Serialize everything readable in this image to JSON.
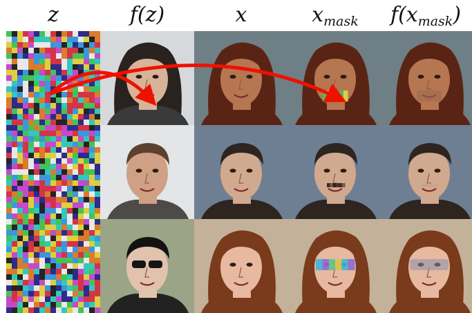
{
  "columns": [
    {
      "base": "z",
      "func": "",
      "sub": ""
    },
    {
      "base": "z",
      "func": "f",
      "sub": ""
    },
    {
      "base": "x",
      "func": "",
      "sub": ""
    },
    {
      "base": "x",
      "func": "",
      "sub": "mask"
    },
    {
      "base": "x",
      "func": "f",
      "sub": "mask"
    }
  ],
  "rows": [
    {
      "id": "row-1",
      "noise_seed": 3,
      "gen": {
        "skin": "#d7b39a",
        "hair": "#2a221e",
        "shirt": "#3a3a3a",
        "bg": "#d6d9db",
        "hair_long": true,
        "glasses": false
      },
      "face": {
        "skin": "#b77652",
        "hair": "#5a2414",
        "bg": "#6e7f86",
        "hair_long": true
      },
      "mask_color": [
        "#3fc65a",
        "#e8d44a",
        "#2fa7d9",
        "#c65ad6"
      ],
      "mask_region": "mouth",
      "recon_tint": "#9a6a52"
    },
    {
      "id": "row-2",
      "noise_seed": 7,
      "gen": {
        "skin": "#cfa084",
        "hair": "#5c4030",
        "shirt": "#4e4a48",
        "bg": "#e3e5e7",
        "hair_long": false,
        "glasses": false
      },
      "face": {
        "skin": "#d1a98f",
        "hair": "#2e2420",
        "bg": "#6f7f93",
        "hair_long": false
      },
      "mask_color": [
        "#2b2019",
        "#6b5040",
        "#1f1713",
        "#3b2c22"
      ],
      "mask_region": "moustache",
      "recon_tint": "#c9a187"
    },
    {
      "id": "row-3",
      "noise_seed": 11,
      "gen": {
        "skin": "#e1c2ad",
        "hair": "#141312",
        "shirt": "#222221",
        "bg": "#9ba486",
        "hair_long": false,
        "glasses": true
      },
      "face": {
        "skin": "#e6b9a0",
        "hair": "#7a3a1c",
        "bg": "#c3b199",
        "hair_long": true
      },
      "mask_color": [
        "#3fb6d8",
        "#8f6ad6",
        "#5cc48d",
        "#d8c24e"
      ],
      "mask_region": "eyes",
      "recon_tint": "#8c8fae"
    }
  ],
  "annotations": {
    "arrow_color": "#ee1100"
  }
}
